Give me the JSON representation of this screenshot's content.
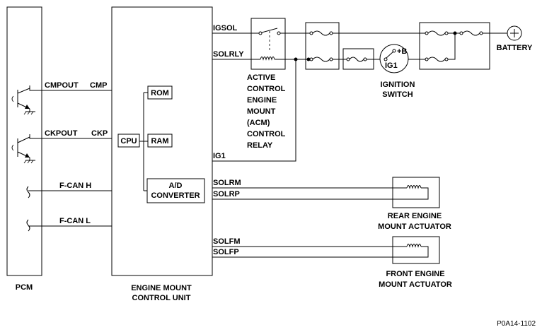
{
  "pcm": {
    "label": "PCM"
  },
  "ecu": {
    "label_line1": "ENGINE MOUNT",
    "label_line2": "CONTROL UNIT",
    "cpu": "CPU",
    "rom": "ROM",
    "ram": "RAM",
    "ad_line1": "A/D",
    "ad_line2": "CONVERTER"
  },
  "signals": {
    "cmpout": "CMPOUT",
    "cmp": "CMP",
    "ckpout": "CKPOUT",
    "ckp": "CKP",
    "fcan_h": "F-CAN H",
    "fcan_l": "F-CAN L",
    "igsol": "IGSOL",
    "solrly": "SOLRLY",
    "ig1": "IG1",
    "solrm": "SOLRM",
    "solrp": "SOLRP",
    "solfm": "SOLFM",
    "solfp": "SOLFP"
  },
  "relay": {
    "lines": [
      "ACTIVE",
      "CONTROL",
      "ENGINE",
      "MOUNT",
      "(ACM)",
      "CONTROL",
      "RELAY"
    ]
  },
  "ignition": {
    "plus_b": "+B",
    "ig1": "IG1",
    "line1": "IGNITION",
    "line2": "SWITCH"
  },
  "battery": {
    "label": "BATTERY"
  },
  "rear_actuator": {
    "line1": "REAR ENGINE",
    "line2": "MOUNT ACTUATOR"
  },
  "front_actuator": {
    "line1": "FRONT ENGINE",
    "line2": "MOUNT ACTUATOR"
  },
  "figure_id": "P0A14-1102"
}
